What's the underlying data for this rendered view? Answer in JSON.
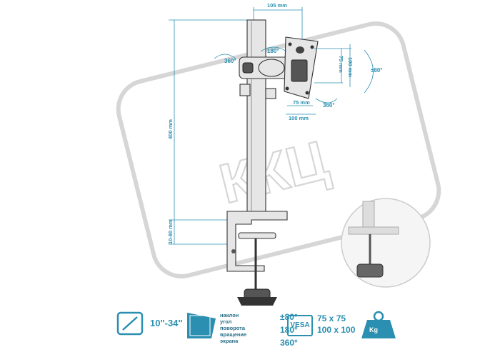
{
  "dimensions": {
    "width_top": "105 mm",
    "height_pole": "400 mm",
    "clamp_range": "10-80 mm",
    "vesa_h_100": "100 mm",
    "vesa_h_75": "75 mm",
    "vesa_v_75": "75 mm",
    "vesa_v_100": "100 mm"
  },
  "rotation": {
    "arm_swivel": "360°",
    "head_tilt_top": "180°",
    "plate_rotate": "360°",
    "tilt_side": "±80°"
  },
  "watermark": "ККЦ",
  "specs": {
    "screen_size": "10\"-34\"",
    "motion_labels": [
      "наклон",
      "угол",
      "поворота",
      "вращение",
      "экрана"
    ],
    "tilt_deg": "±80°",
    "swivel_deg": "180°",
    "rotate_deg": "360°",
    "vesa_label": "VESA",
    "vesa_sizes": [
      "75 x 75",
      "100 x 100"
    ],
    "weight_label": "Kg"
  },
  "colors": {
    "accent": "#2a8fb0",
    "line": "#333333"
  }
}
